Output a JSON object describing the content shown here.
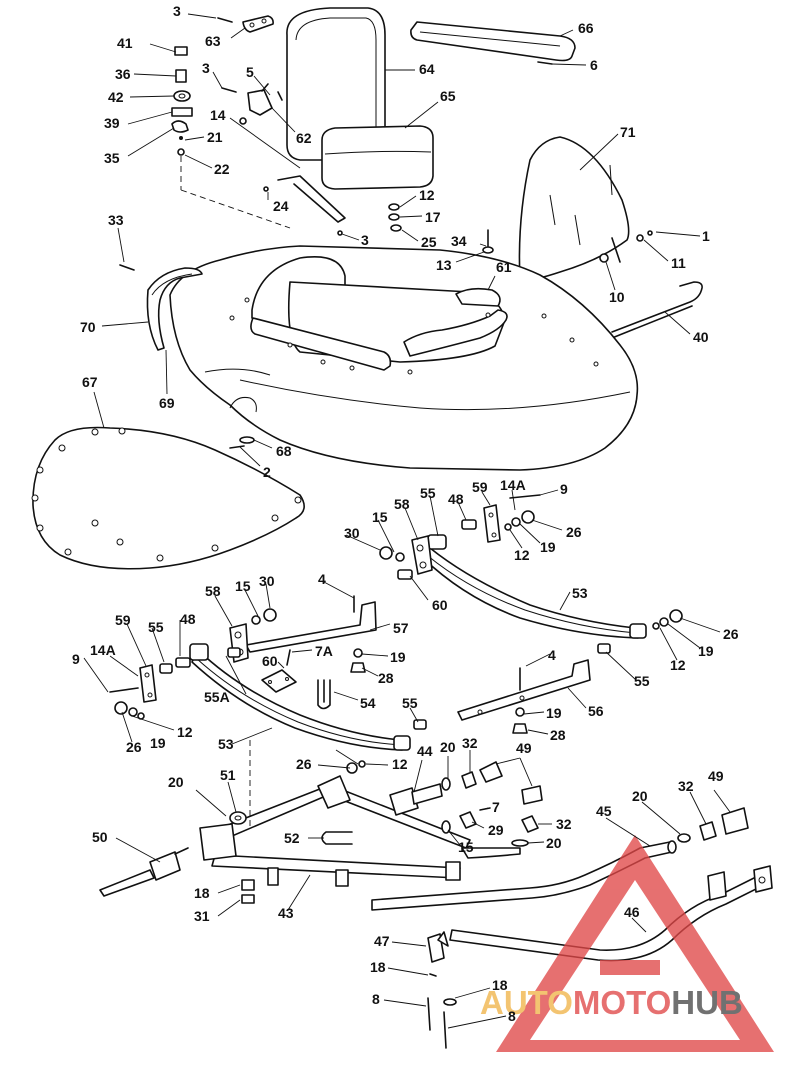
{
  "colors": {
    "line": "#111111",
    "background": "#ffffff",
    "watermark_red": "#e04848",
    "watermark_orange": "#f0b44a",
    "watermark_gray": "#4a4a4a"
  },
  "watermark": {
    "part1": "AUTO",
    "part2": "MOTO",
    "part3": "HUB"
  },
  "callouts": [
    {
      "id": "c3a",
      "label": "3"
    },
    {
      "id": "c63",
      "label": "63"
    },
    {
      "id": "c66",
      "label": "66"
    },
    {
      "id": "c41",
      "label": "41"
    },
    {
      "id": "c64",
      "label": "64"
    },
    {
      "id": "c6",
      "label": "6"
    },
    {
      "id": "c3b",
      "label": "3"
    },
    {
      "id": "c5",
      "label": "5"
    },
    {
      "id": "c36",
      "label": "36"
    },
    {
      "id": "c65",
      "label": "65"
    },
    {
      "id": "c42",
      "label": "42"
    },
    {
      "id": "c14a",
      "label": "14"
    },
    {
      "id": "c39",
      "label": "39"
    },
    {
      "id": "c62",
      "label": "62"
    },
    {
      "id": "c71",
      "label": "71"
    },
    {
      "id": "c21",
      "label": "21"
    },
    {
      "id": "c35",
      "label": "35"
    },
    {
      "id": "c22",
      "label": "22"
    },
    {
      "id": "c12a",
      "label": "12"
    },
    {
      "id": "c24",
      "label": "24"
    },
    {
      "id": "c17",
      "label": "17"
    },
    {
      "id": "c33",
      "label": "33"
    },
    {
      "id": "c3c",
      "label": "3"
    },
    {
      "id": "c25",
      "label": "25"
    },
    {
      "id": "c34",
      "label": "34"
    },
    {
      "id": "c1",
      "label": "1"
    },
    {
      "id": "c13",
      "label": "13"
    },
    {
      "id": "c11",
      "label": "11"
    },
    {
      "id": "c61",
      "label": "61"
    },
    {
      "id": "c10",
      "label": "10"
    },
    {
      "id": "c70",
      "label": "70"
    },
    {
      "id": "c40",
      "label": "40"
    },
    {
      "id": "c69",
      "label": "69"
    },
    {
      "id": "c67",
      "label": "67"
    },
    {
      "id": "c68",
      "label": "68"
    },
    {
      "id": "c2",
      "label": "2"
    },
    {
      "id": "c59a",
      "label": "59"
    },
    {
      "id": "c14Aa",
      "label": "14A"
    },
    {
      "id": "c9a",
      "label": "9"
    },
    {
      "id": "c55a",
      "label": "55"
    },
    {
      "id": "c48a",
      "label": "48"
    },
    {
      "id": "c58a",
      "label": "58"
    },
    {
      "id": "c26a",
      "label": "26"
    },
    {
      "id": "c30a",
      "label": "30"
    },
    {
      "id": "c15a",
      "label": "15"
    },
    {
      "id": "c12b",
      "label": "12"
    },
    {
      "id": "c19a",
      "label": "19"
    },
    {
      "id": "c4a",
      "label": "4"
    },
    {
      "id": "c60a",
      "label": "60"
    },
    {
      "id": "c53a",
      "label": "53"
    },
    {
      "id": "c58b",
      "label": "58"
    },
    {
      "id": "c15b",
      "label": "15"
    },
    {
      "id": "c30b",
      "label": "30"
    },
    {
      "id": "c57",
      "label": "57"
    },
    {
      "id": "c26b",
      "label": "26"
    },
    {
      "id": "c59b",
      "label": "59"
    },
    {
      "id": "c48b",
      "label": "48"
    },
    {
      "id": "c55b",
      "label": "55"
    },
    {
      "id": "c12c",
      "label": "12"
    },
    {
      "id": "c7A",
      "label": "7A"
    },
    {
      "id": "c19b",
      "label": "19"
    },
    {
      "id": "c19c",
      "label": "19"
    },
    {
      "id": "c60b",
      "label": "60"
    },
    {
      "id": "c14Ab",
      "label": "14A"
    },
    {
      "id": "c9b",
      "label": "9"
    },
    {
      "id": "c4b",
      "label": "4"
    },
    {
      "id": "c28a",
      "label": "28"
    },
    {
      "id": "c55c",
      "label": "55"
    },
    {
      "id": "c54",
      "label": "54"
    },
    {
      "id": "c55A",
      "label": "55A"
    },
    {
      "id": "c56",
      "label": "56"
    },
    {
      "id": "c55d",
      "label": "55"
    },
    {
      "id": "c19d",
      "label": "19"
    },
    {
      "id": "c26c",
      "label": "26"
    },
    {
      "id": "c12d",
      "label": "12"
    },
    {
      "id": "c28b",
      "label": "28"
    },
    {
      "id": "c19e",
      "label": "19"
    },
    {
      "id": "c53b",
      "label": "53"
    },
    {
      "id": "c44",
      "label": "44"
    },
    {
      "id": "c20a",
      "label": "20"
    },
    {
      "id": "c32a",
      "label": "32"
    },
    {
      "id": "c49a",
      "label": "49"
    },
    {
      "id": "c26d",
      "label": "26"
    },
    {
      "id": "c12e",
      "label": "12"
    },
    {
      "id": "c20b",
      "label": "20"
    },
    {
      "id": "c51",
      "label": "51"
    },
    {
      "id": "c7",
      "label": "7"
    },
    {
      "id": "c45",
      "label": "45"
    },
    {
      "id": "c20c",
      "label": "20"
    },
    {
      "id": "c32b",
      "label": "32"
    },
    {
      "id": "c49b",
      "label": "49"
    },
    {
      "id": "c29",
      "label": "29"
    },
    {
      "id": "c15c",
      "label": "15"
    },
    {
      "id": "c32c",
      "label": "32"
    },
    {
      "id": "c50",
      "label": "50"
    },
    {
      "id": "c52",
      "label": "52"
    },
    {
      "id": "c20d",
      "label": "20"
    },
    {
      "id": "c18a",
      "label": "18"
    },
    {
      "id": "c31",
      "label": "31"
    },
    {
      "id": "c43",
      "label": "43"
    },
    {
      "id": "c46",
      "label": "46"
    },
    {
      "id": "c47",
      "label": "47"
    },
    {
      "id": "c18b",
      "label": "18"
    },
    {
      "id": "c18c",
      "label": "18"
    },
    {
      "id": "c8a",
      "label": "8"
    },
    {
      "id": "c8b",
      "label": "8"
    }
  ]
}
